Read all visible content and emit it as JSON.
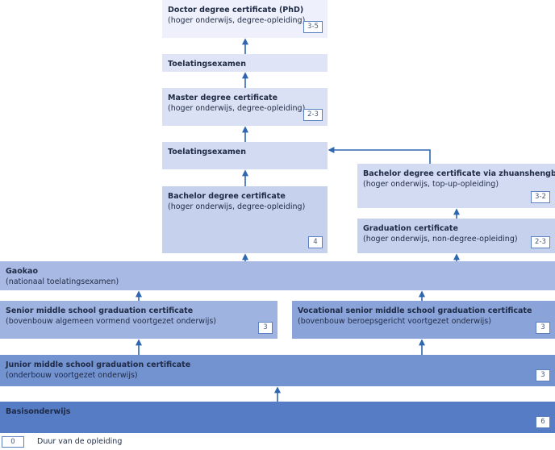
{
  "boxes": {
    "phd": {
      "title": "Doctor degree certificate (PhD)",
      "subtitle": "(hoger onderwijs, degree-opleiding)",
      "duration": "3-5",
      "color": "#eef1fb"
    },
    "exam_top": {
      "title": "Toelatingsexamen",
      "color": "#dfe5f6"
    },
    "master": {
      "title": "Master degree certificate",
      "subtitle": "(hoger onderwijs, degree-opleiding)",
      "duration": "2-3",
      "color": "#dae1f4"
    },
    "exam_mid": {
      "title": "Toelatingsexamen",
      "color": "#d3dbf2"
    },
    "bachelor": {
      "title": "Bachelor degree certificate",
      "subtitle": "(hoger onderwijs, degree-opleiding)",
      "duration": "4",
      "color": "#c6d1ee"
    },
    "zhuanshengben": {
      "title": "Bachelor degree certificate via zhuanshengben",
      "subtitle": "(hoger onderwijs, top-up-opleiding)",
      "duration": "3-2",
      "color": "#d3dbf2"
    },
    "graduation": {
      "title": "Graduation certificate",
      "subtitle": "(hoger onderwijs, non-degree-opleiding)",
      "duration": "2-3",
      "color": "#c6d1ee"
    },
    "gaokao": {
      "title": "Gaokao",
      "subtitle": "(nationaal toelatingsexamen)",
      "color": "#a8b9e3"
    },
    "senior": {
      "title": "Senior middle school graduation certificate",
      "subtitle": "(bovenbouw algemeen vormend voortgezet onderwijs)",
      "duration": "3",
      "color": "#9fb3e0"
    },
    "vocational": {
      "title": "Vocational senior middle school graduation certificate",
      "subtitle": "(bovenbouw beroepsgericht voortgezet onderwijs)",
      "duration": "3",
      "color": "#8aa3d9"
    },
    "junior": {
      "title": "Junior middle school graduation certificate",
      "subtitle": "(onderbouw voortgezet onderwijs)",
      "duration": "3",
      "color": "#7292d0"
    },
    "basis": {
      "title": "Basisonderwijs",
      "duration": "6",
      "color": "#557cc4"
    }
  },
  "legend": {
    "sample": "0",
    "label": "Duur van de opleiding"
  },
  "colors": {
    "arrow": "#2f66b0",
    "duration_border": "#5b7fbf"
  }
}
